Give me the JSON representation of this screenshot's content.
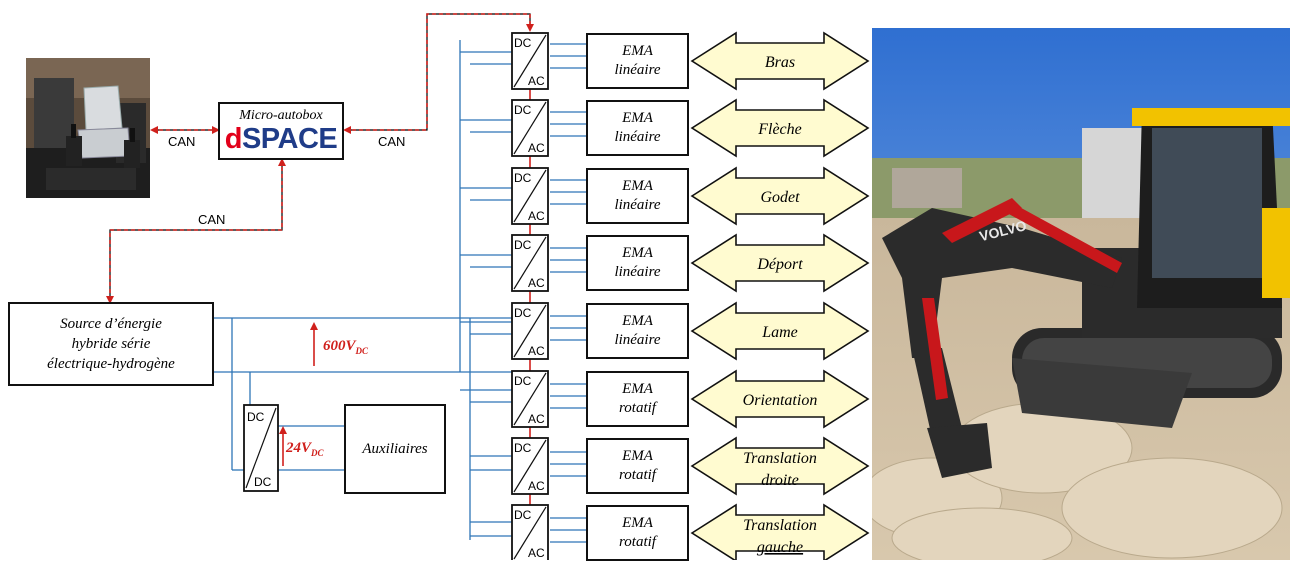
{
  "control": {
    "title": "Micro-autobox",
    "brand": "dSPACE",
    "brand_color": "#e2001a"
  },
  "links": {
    "can_label": "CAN"
  },
  "source": {
    "line1": "Source d’énergie",
    "line2": "hybride série",
    "line3": "électrique-hydrogène"
  },
  "bus": {
    "main_voltage": "600",
    "main_unit": "DC",
    "aux_voltage": "24",
    "aux_unit": "DC",
    "arrow_color": "#e01b24",
    "line_color": "#2e75b6"
  },
  "aux_converter": {
    "top": "DC",
    "bottom": "DC"
  },
  "auxiliaires": "Auxiliaires",
  "converter": {
    "top": "DC",
    "bottom": "AC"
  },
  "chains": [
    {
      "ema": "EMA",
      "type": "linéaire",
      "function": "Bras"
    },
    {
      "ema": "EMA",
      "type": "linéaire",
      "function": "Flèche"
    },
    {
      "ema": "EMA",
      "type": "linéaire",
      "function": "Godet"
    },
    {
      "ema": "EMA",
      "type": "linéaire",
      "function": "Déport"
    },
    {
      "ema": "EMA",
      "type": "linéaire",
      "function": "Lame"
    },
    {
      "ema": "EMA",
      "type": "rotatif",
      "function": "Orientation"
    },
    {
      "ema": "EMA",
      "type": "rotatif",
      "function": "Translation droite"
    },
    {
      "ema": "EMA",
      "type": "rotatif",
      "function": "Translation gauche"
    }
  ],
  "excavator": {
    "brand_text": "VOLVO"
  }
}
